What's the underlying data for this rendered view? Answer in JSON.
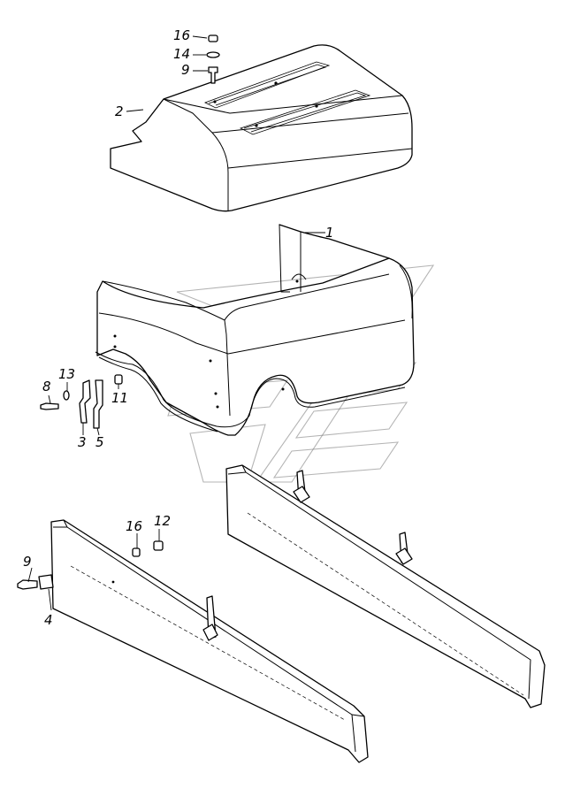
{
  "callouts": {
    "c16_top": "16",
    "c14": "14",
    "c9_top": "9",
    "c2": "2",
    "c1": "1",
    "c8": "8",
    "c13": "13",
    "c11": "11",
    "c3": "3",
    "c5": "5",
    "c16_bottom": "16",
    "c12": "12",
    "c9_bottom": "9",
    "c4": "4"
  },
  "colors": {
    "line": "#000000",
    "background": "#ffffff",
    "watermark": "#777777"
  }
}
